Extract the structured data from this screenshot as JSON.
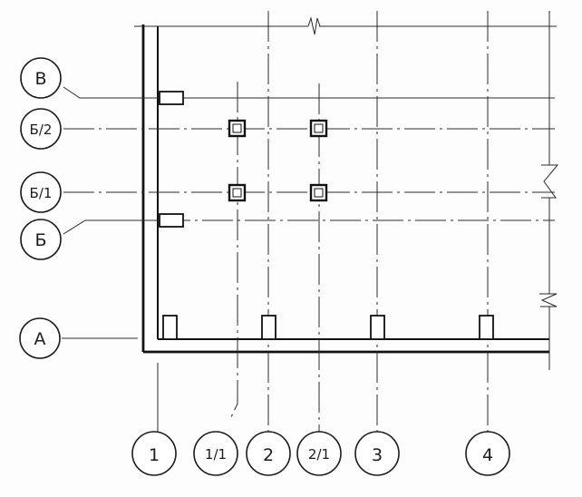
{
  "drawing": {
    "row_axes": [
      {
        "id": "v",
        "label": "В"
      },
      {
        "id": "b2",
        "label": "Б/2"
      },
      {
        "id": "b1",
        "label": "Б/1"
      },
      {
        "id": "b",
        "label": "Б"
      },
      {
        "id": "a",
        "label": "А"
      }
    ],
    "column_axes": [
      {
        "id": "c1",
        "label": "1"
      },
      {
        "id": "c11",
        "label": "1/1"
      },
      {
        "id": "c2",
        "label": "2"
      },
      {
        "id": "c21",
        "label": "2/1"
      },
      {
        "id": "c3",
        "label": "3"
      },
      {
        "id": "c4",
        "label": "4"
      }
    ]
  }
}
